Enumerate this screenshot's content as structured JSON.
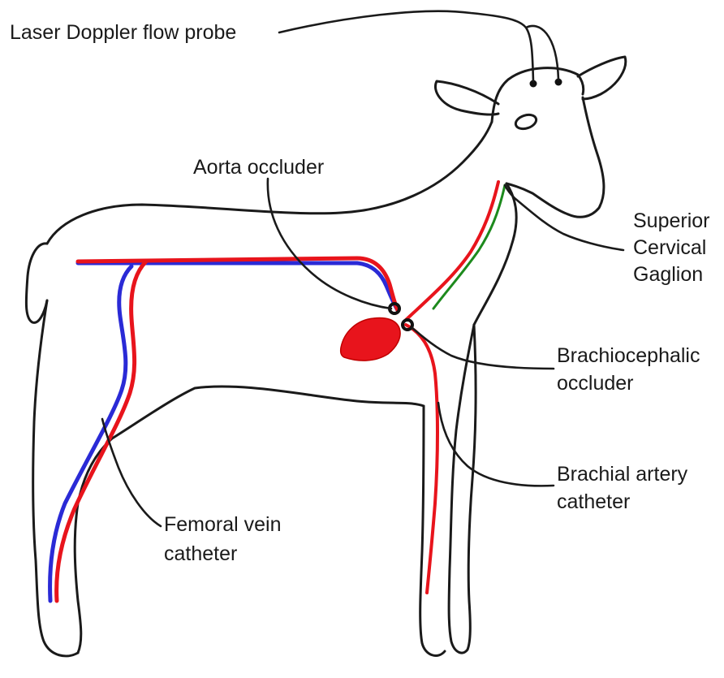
{
  "labels": {
    "laser_doppler": "Laser Doppler flow probe",
    "aorta_occluder": "Aorta occluder",
    "superior_cervical": [
      "Superior",
      "Cervical",
      "Gaglion"
    ],
    "brachiocephalic_occluder": [
      "Brachiocephalic",
      "occluder"
    ],
    "brachial_artery_catheter": [
      "Brachial artery",
      "catheter"
    ],
    "femoral_vein_catheter": [
      "Femoral vein",
      "catheter"
    ]
  },
  "colors": {
    "outline": "#1a1a1a",
    "artery": "#e8141c",
    "vein": "#2a2ad6",
    "nerve": "#1d8a1d",
    "heart": "#e8141c",
    "background": "#ffffff"
  }
}
